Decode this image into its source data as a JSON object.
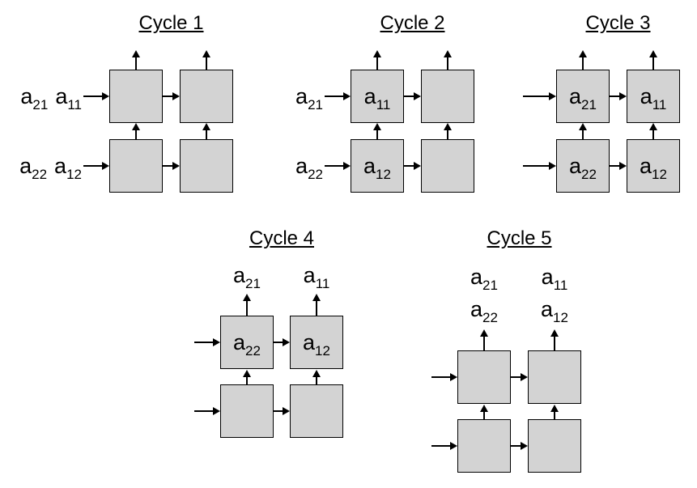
{
  "colors": {
    "background": "#ffffff",
    "box_fill": "#d3d3d3",
    "line": "#000000",
    "text": "#000000"
  },
  "cycles": [
    {
      "title": "Cycle 1",
      "row_inputs": [
        {
          "tokens": [
            {
              "base": "a",
              "sub": "21"
            },
            {
              "base": "a",
              "sub": "11"
            }
          ]
        },
        {
          "tokens": [
            {
              "base": "a",
              "sub": "22"
            },
            {
              "base": "a",
              "sub": "12"
            }
          ]
        }
      ],
      "col_outputs": [],
      "cells": [
        [
          null,
          null
        ],
        [
          null,
          null
        ]
      ]
    },
    {
      "title": "Cycle 2",
      "row_inputs": [
        {
          "tokens": [
            {
              "base": "a",
              "sub": "21"
            }
          ]
        },
        {
          "tokens": [
            {
              "base": "a",
              "sub": "22"
            }
          ]
        }
      ],
      "col_outputs": [],
      "cells": [
        [
          {
            "base": "a",
            "sub": "11"
          },
          null
        ],
        [
          {
            "base": "a",
            "sub": "12"
          },
          null
        ]
      ]
    },
    {
      "title": "Cycle 3",
      "row_inputs": [],
      "col_outputs": [],
      "cells": [
        [
          {
            "base": "a",
            "sub": "21"
          },
          {
            "base": "a",
            "sub": "11"
          }
        ],
        [
          {
            "base": "a",
            "sub": "22"
          },
          {
            "base": "a",
            "sub": "12"
          }
        ]
      ]
    },
    {
      "title": "Cycle 4",
      "row_inputs": [],
      "col_outputs": [
        {
          "tokens": [
            {
              "base": "a",
              "sub": "21"
            }
          ]
        },
        {
          "tokens": [
            {
              "base": "a",
              "sub": "11"
            }
          ]
        }
      ],
      "cells": [
        [
          {
            "base": "a",
            "sub": "22"
          },
          {
            "base": "a",
            "sub": "12"
          }
        ],
        [
          null,
          null
        ]
      ]
    },
    {
      "title": "Cycle 5",
      "row_inputs": [],
      "col_outputs": [
        {
          "tokens": [
            {
              "base": "a",
              "sub": "21"
            },
            {
              "base": "a",
              "sub": "22"
            }
          ]
        },
        {
          "tokens": [
            {
              "base": "a",
              "sub": "11"
            },
            {
              "base": "a",
              "sub": "12"
            }
          ]
        }
      ],
      "cells": [
        [
          null,
          null
        ],
        [
          null,
          null
        ]
      ]
    }
  ]
}
